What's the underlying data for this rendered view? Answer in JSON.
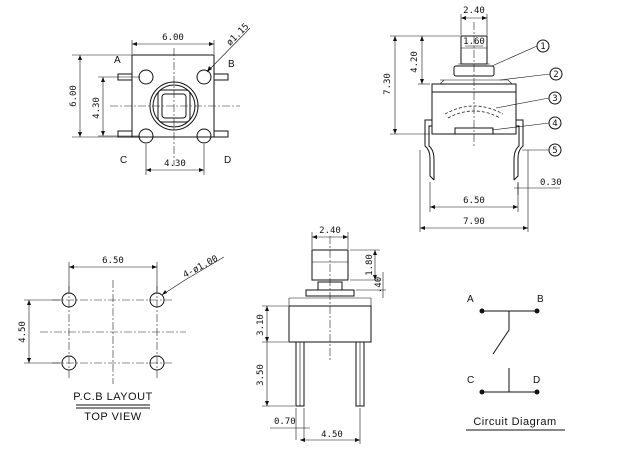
{
  "top_view": {
    "width_dim": "6.00",
    "height_dim": "6.00",
    "inner_height_dim": "4.30",
    "bottom_dim": "4.30",
    "hole_dim": "ø1.15",
    "pins": [
      "A",
      "B",
      "C",
      "D"
    ]
  },
  "side_view": {
    "top_width_dim": "2.40",
    "stem_width_dim": "1.60",
    "height_dim": "4.20",
    "total_height_dim": "7.30",
    "inner_width_dim": "6.50",
    "outer_width_dim": "7.90",
    "pin_thickness_dim": "0.30",
    "callouts": [
      "1",
      "2",
      "3",
      "4",
      "5"
    ]
  },
  "pcb_layout": {
    "width_dim": "6.50",
    "height_dim": "4.50",
    "hole_dim": "4-ø1.00",
    "caption1": "P.C.B LAYOUT",
    "caption2": "TOP VIEW"
  },
  "front_view": {
    "top_width_dim": "2.40",
    "cap_height_dim": "1.80",
    "gap_dim": ".40",
    "body_height_dim": "3.10",
    "pin_height_dim": "3.50",
    "pin_width_dim": "0.70",
    "pin_spacing_dim": "4.50"
  },
  "circuit": {
    "labels": [
      "A",
      "B",
      "C",
      "D"
    ],
    "caption": "Circuit Diagram"
  }
}
